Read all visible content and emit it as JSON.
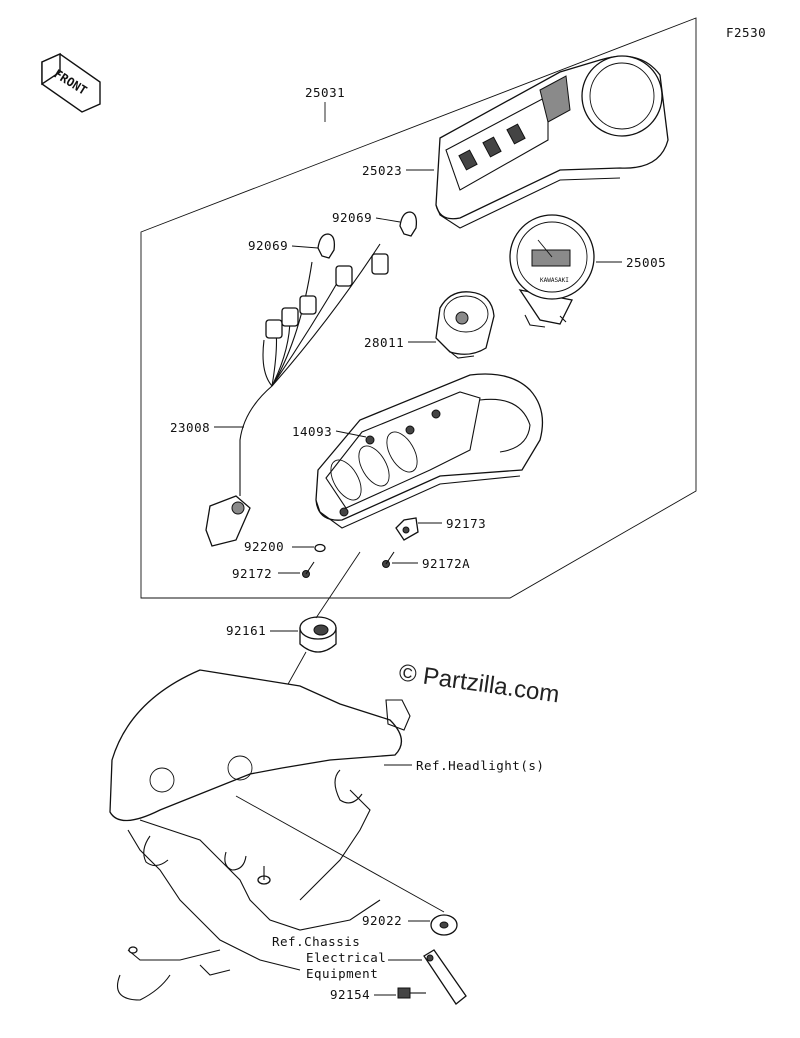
{
  "figure_code": "F2530",
  "direction_badge": "FRONT",
  "watermark": "© Partzilla.com",
  "callouts": {
    "assembly_meter": "25031",
    "meter_case_upper": "25023",
    "bulb_upper": "92069",
    "bulb_left": "92069",
    "speedometer": "25005",
    "indicator_unit": "28011",
    "wiring_harness": "23008",
    "meter_case_lower": "14093",
    "bracket_small": "92173",
    "washer_small": "92200",
    "screw_right": "92172A",
    "screw_left": "92172",
    "grommet": "92161",
    "ref_headlight": "Ref.Headlight(s)",
    "washer_large": "92022",
    "ref_chassis_line1": "Ref.Chassis",
    "ref_chassis_line2": "Electrical",
    "ref_chassis_line3": "Equipment",
    "bolt": "92154"
  }
}
